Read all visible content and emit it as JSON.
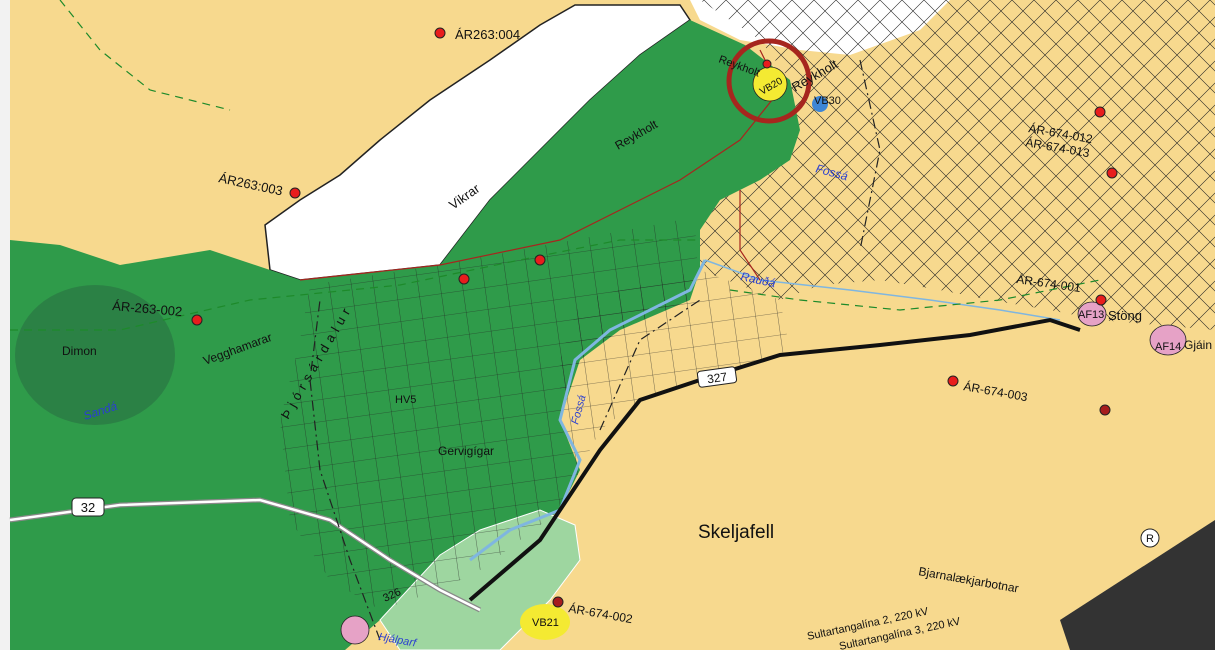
{
  "colors": {
    "agricultural": "#f7d98e",
    "forest": "#2f9b4a",
    "light_green": "#9ed6a0",
    "glacier": "#ffffff",
    "yellow_zone": "#f4ea32",
    "pink_zone": "#e6a2c6",
    "blue_zone": "#3d86d6",
    "highlight_circle": "#a6261e",
    "archaeology_dot": "#e81d1d",
    "water_text": "#2a3fd0"
  },
  "places": {
    "ar263_004": "ÁR263:004",
    "ar263_003": "ÁR263:003",
    "ar263_002": "ÁR-263-002",
    "dimon": "Dimon",
    "vegghamarar": "Vegghamarar",
    "sanda": "Sandá",
    "reykholt_forest": "Reykholt",
    "reykholt_top": "Reykholt",
    "reykholt_right": "Reykholt",
    "vikrar": "Vikrar",
    "vb20": "VB20",
    "vb30": "VB30",
    "fossa_top": "Fossá",
    "fossa_mid": "Fossá",
    "rauda": "Rauðá",
    "ar674_012": "ÁR-674-012",
    "ar674_013": "ÁR-674-013",
    "ar674_001": "ÁR-674-001",
    "af13": "AF13",
    "stong": "Stöng",
    "af14": "AF14",
    "gjain": "Gjáin",
    "ar674_003": "ÁR-674-003",
    "thjorsardalur": "Þjórsárdalur",
    "hv5": "HV5",
    "gervigigar": "Gervigígar",
    "skeljafell": "Skeljafell",
    "bjarnalaekjarbotnar": "Bjarnalækjarbotnar",
    "sultartangalina2": "Sultartangalína 2, 220 kV",
    "sultartangalina3": "Sultartangalína 3, 220 kV",
    "vb21": "VB21",
    "ar674_002": "ÁR-674-002",
    "hjalparfoss": "Hjálparf"
  },
  "roads": {
    "r32": "32",
    "r327": "327",
    "r326": "326"
  },
  "symbols": {
    "r_marker": "R"
  }
}
